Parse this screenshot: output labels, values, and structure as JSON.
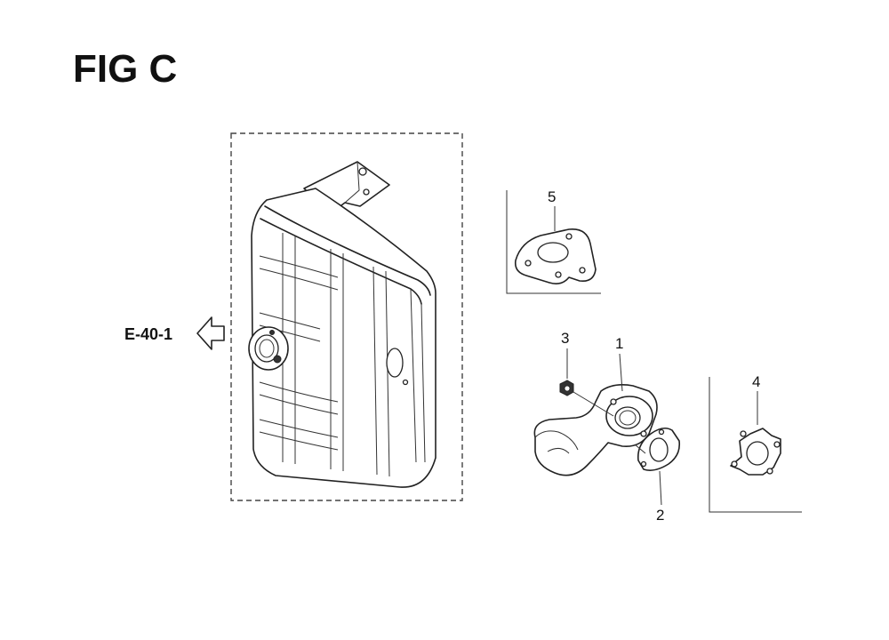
{
  "figure": {
    "title": "FIG C",
    "reference_label": "E-40-1"
  },
  "callouts": {
    "c1": "1",
    "c2": "2",
    "c3": "3",
    "c4": "4",
    "c5": "5"
  }
}
